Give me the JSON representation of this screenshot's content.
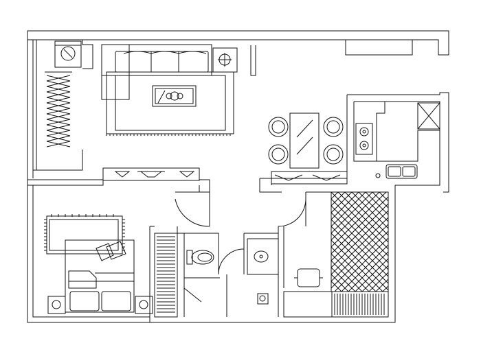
{
  "plan": {
    "style": {
      "background": "#ffffff",
      "line_color": "#111111"
    },
    "rooms": [
      {
        "name": "living-room",
        "furniture": [
          "sofa-sectional",
          "area-rug",
          "coffee-table",
          "side-table-lamp",
          "tv-console",
          "washing-machine",
          "wardrobe-rack"
        ]
      },
      {
        "name": "dining-area",
        "furniture": [
          "dining-table",
          "chairs-4",
          "sideboard"
        ]
      },
      {
        "name": "kitchen",
        "furniture": [
          "stove",
          "sink",
          "fridge"
        ]
      },
      {
        "name": "bedroom",
        "furniture": [
          "double-bed",
          "pillows",
          "nightstands",
          "bedroom-rug",
          "wardrobe"
        ]
      },
      {
        "name": "bathroom",
        "furniture": [
          "toilet",
          "washbasin",
          "shower"
        ]
      },
      {
        "name": "study",
        "furniture": [
          "desk-chair",
          "parquet-floor",
          "bookshelf"
        ]
      }
    ]
  }
}
